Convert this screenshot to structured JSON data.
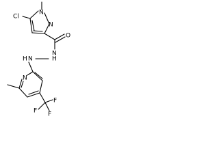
{
  "molecule": {
    "atoms": {
      "chlorine": "Cl",
      "pyrazole_n1": "N",
      "pyrazole_n2": "N",
      "carbonyl_oxygen": "O",
      "amide_nh": "N",
      "amide_nh_h": "H",
      "hydrazine_nh": "N",
      "hydrazine_nh_h": "H",
      "pyridine_n": "N",
      "fluorine_1": "F",
      "fluorine_2": "F",
      "fluorine_3": "F"
    }
  }
}
